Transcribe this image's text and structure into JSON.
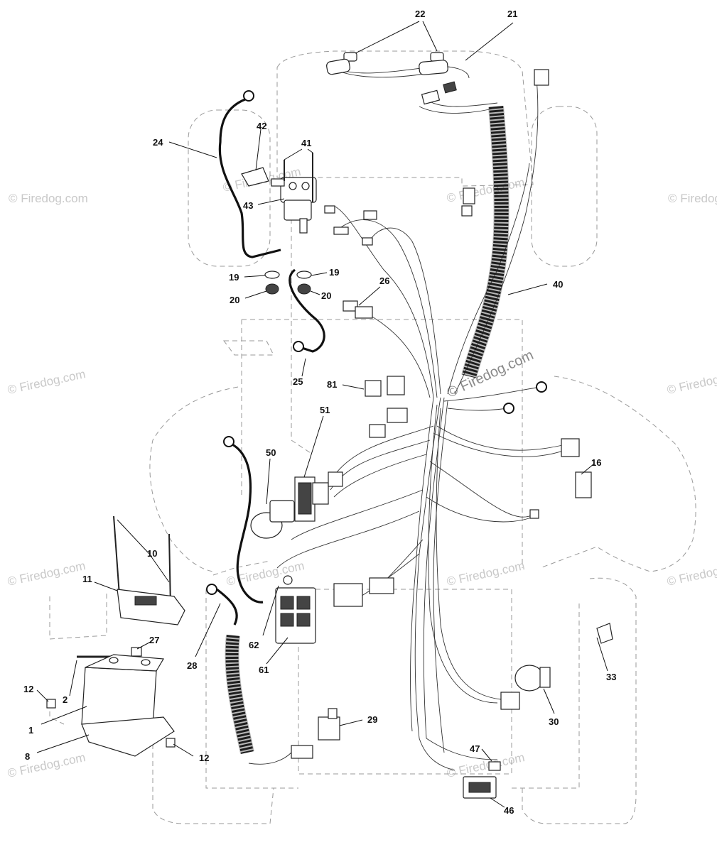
{
  "watermarks": [
    {
      "text": "© Firedog.com"
    },
    {
      "text": "© Firedog.com"
    },
    {
      "text": "© Firedog.com"
    },
    {
      "text": "© Firedog.com"
    },
    {
      "text": "© Firedog.com"
    },
    {
      "text": "© Firedog.com"
    },
    {
      "text": "© Firedog.com"
    },
    {
      "text": "© Firedog.com"
    },
    {
      "text": "© Firedog.com"
    },
    {
      "text": "© Firedog.com"
    },
    {
      "text": "© Firedog.com"
    },
    {
      "text": "© Firedog.com"
    },
    {
      "text": "© Firedog.com"
    }
  ],
  "callouts": {
    "c22": "22",
    "c21": "21",
    "c42": "42",
    "c41": "41",
    "c24": "24",
    "c43": "43",
    "c19a": "19",
    "c19b": "19",
    "c20a": "20",
    "c20b": "20",
    "c26": "26",
    "c40": "40",
    "c25": "25",
    "c81": "81",
    "c51": "51",
    "c50": "50",
    "c16": "16",
    "c10": "10",
    "c11": "11",
    "c27": "27",
    "c62": "62",
    "c28": "28",
    "c61": "61",
    "c12a": "12",
    "c2": "2",
    "c1": "1",
    "c8": "8",
    "c12b": "12",
    "c29": "29",
    "c30": "30",
    "c33": "33",
    "c47": "47",
    "c46": "46"
  }
}
